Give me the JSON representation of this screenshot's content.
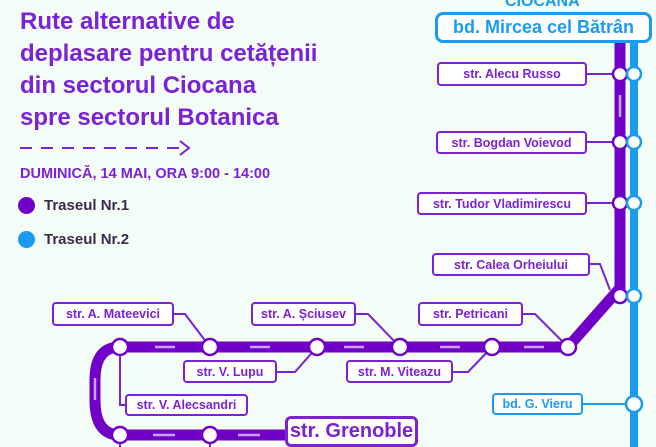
{
  "title": {
    "line1": "Rute alternative de",
    "line2": "deplasare pentru cetățenii",
    "line3": "din sectorul Ciocana",
    "line4": "spre sectorul Botanica"
  },
  "date": "DUMINICĂ, 14 MAI, ORA 9:00 - 14:00",
  "legend": [
    {
      "label": "Traseul Nr.1",
      "color": "#7b22d4"
    },
    {
      "label": "Traseul Nr.2",
      "color": "#1a9bf0"
    }
  ],
  "district": "CIOCANA",
  "start": "bd. Mircea cel Bătrân",
  "stops": {
    "alecu_russo": "str. Alecu Russo",
    "bogdan_voievod": "str. Bogdan Voievod",
    "tudor_vladimirescu": "str. Tudor Vladimirescu",
    "calea_orheiului": "str. Calea Orheiului",
    "petricani": "str. Petricani",
    "sciusev": "str. A. Șciusev",
    "mateevici": "str. A. Mateevici",
    "lupu": "str. V. Lupu",
    "viteazu": "str. M. Viteazu",
    "alecsandri": "str. V. Alecsandri",
    "grenoble": "str. Grenoble",
    "vieru": "bd. G. Vieru"
  }
}
